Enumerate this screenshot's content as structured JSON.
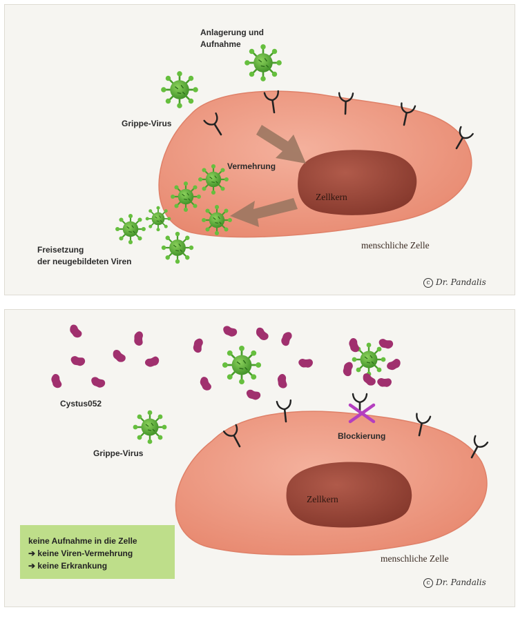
{
  "top_panel": {
    "label_attachment": [
      "Anlagerung und",
      "Aufnahme"
    ],
    "label_flu_virus": "Grippe-Virus",
    "label_replication": "Vermehrung",
    "label_nucleus": "Zellkern",
    "label_release": [
      "Freisetzung",
      "der neugebildeten Viren"
    ],
    "label_cell": "menschliche Zelle",
    "signature": "Dr. Pandalis"
  },
  "bottom_panel": {
    "label_cystus": "Cystus052",
    "label_flu_virus": "Grippe-Virus",
    "label_blocking": "Blockierung",
    "label_nucleus": "Zellkern",
    "label_cell": "menschliche Zelle",
    "signature": "Dr. Pandalis",
    "summary": [
      "keine Aufnahme in die Zelle",
      "➔ keine Viren-Vermehrung",
      "➔ keine Erkrankung"
    ]
  },
  "colors": {
    "cell": "#ee9c84",
    "nucleus": "#a0493b",
    "virus": "#5fb43c",
    "polyphenol": "#a0306e",
    "arrow": "#9a7560",
    "block_mark": "#b43fbf",
    "summary_box": "#bede8a"
  },
  "icons": [
    "virus-icon",
    "receptor-icon",
    "polyphenol-icon",
    "block-x-icon",
    "arrow-icon",
    "copyright-icon"
  ]
}
